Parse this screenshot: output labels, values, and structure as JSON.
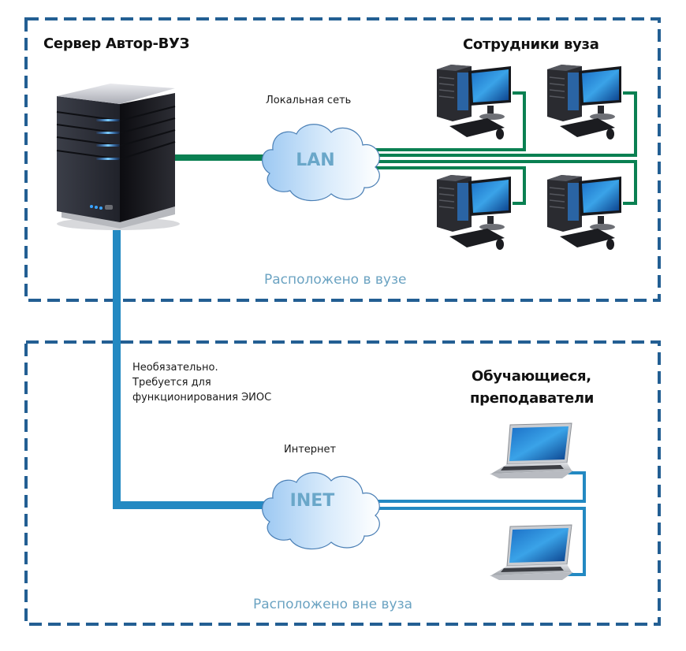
{
  "diagram": {
    "zones": [
      {
        "id": "inside",
        "label": "Расположено в вузе"
      },
      {
        "id": "outside",
        "label": "Расположено вне вуза"
      }
    ],
    "server": {
      "title": "Сервер Автор-ВУЗ"
    },
    "staff": {
      "title": "Сотрудники вуза",
      "count": 4
    },
    "students": {
      "title_line1": "Обучающиеся,",
      "title_line2": "преподаватели",
      "count": 2
    },
    "lan": {
      "caption": "Локальная сеть",
      "cloud_label": "LAN"
    },
    "inet": {
      "caption": "Интернет",
      "cloud_label": "INET"
    },
    "optional_note": {
      "line1": "Необязательно.",
      "line2": "Требуется для",
      "line3": "функционирования ЭИОС"
    },
    "colors": {
      "zone_border": "#235f93",
      "lan_link": "#0a8052",
      "inet_link": "#2389c2",
      "zone_label": "#6ba3c2",
      "cloud_text": "#6aa7c9"
    }
  }
}
